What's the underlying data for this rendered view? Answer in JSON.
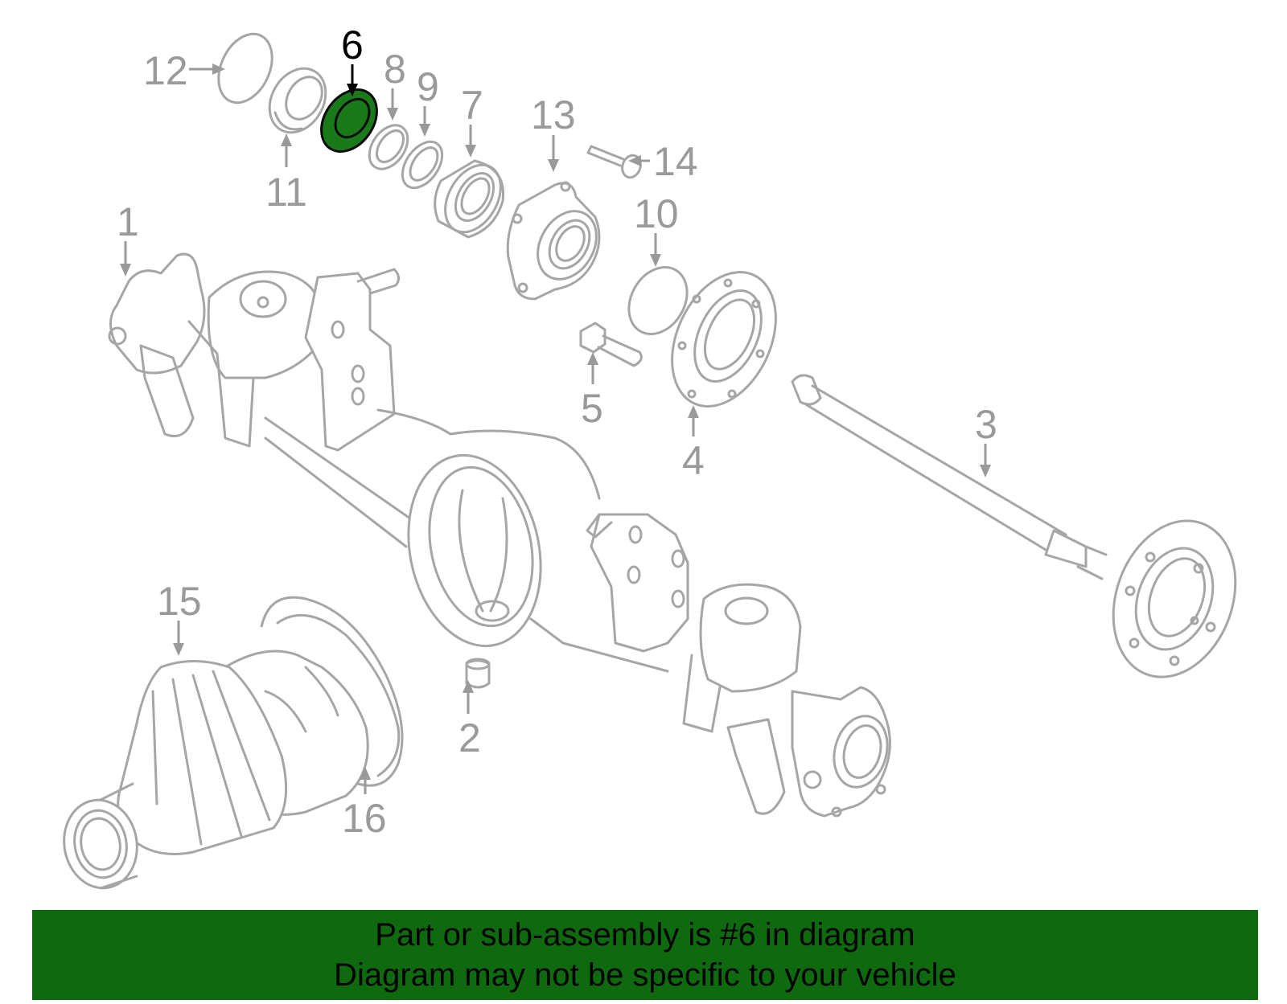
{
  "diagram": {
    "highlight_color": "#1a7a1a",
    "line_color": "#a6a6a6",
    "highlighted_part": "6",
    "callouts": [
      "1",
      "2",
      "3",
      "4",
      "5",
      "6",
      "7",
      "8",
      "9",
      "10",
      "11",
      "12",
      "13",
      "14",
      "15",
      "16"
    ]
  },
  "banner": {
    "background": "#0f6a0f",
    "line1": "Part or sub-assembly is #6 in diagram",
    "line2": "Diagram may not be specific to your vehicle"
  }
}
